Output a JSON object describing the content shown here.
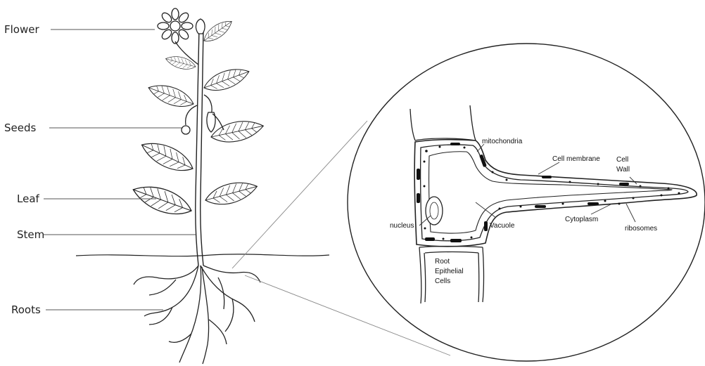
{
  "plant": {
    "labels": {
      "flower": "Flower",
      "seeds": "Seeds",
      "leaf": "Leaf",
      "stem": "Stem",
      "roots": "Roots"
    }
  },
  "cell": {
    "labels": {
      "mitochondria": "mitochondria",
      "cell_membrane": "Cell membrane",
      "cell_wall_1": "Cell",
      "cell_wall_2": "Wall",
      "nucleus": "nucleus",
      "vacuole": "Vacuole",
      "cytoplasm": "Cytoplasm",
      "ribosomes": "ribosomes",
      "root_epithelial_1": "Root",
      "root_epithelial_2": "Epithelial",
      "root_epithelial_3": "Cells"
    }
  },
  "colors": {
    "line": "#222222",
    "leader": "#555555",
    "background": "#ffffff"
  }
}
